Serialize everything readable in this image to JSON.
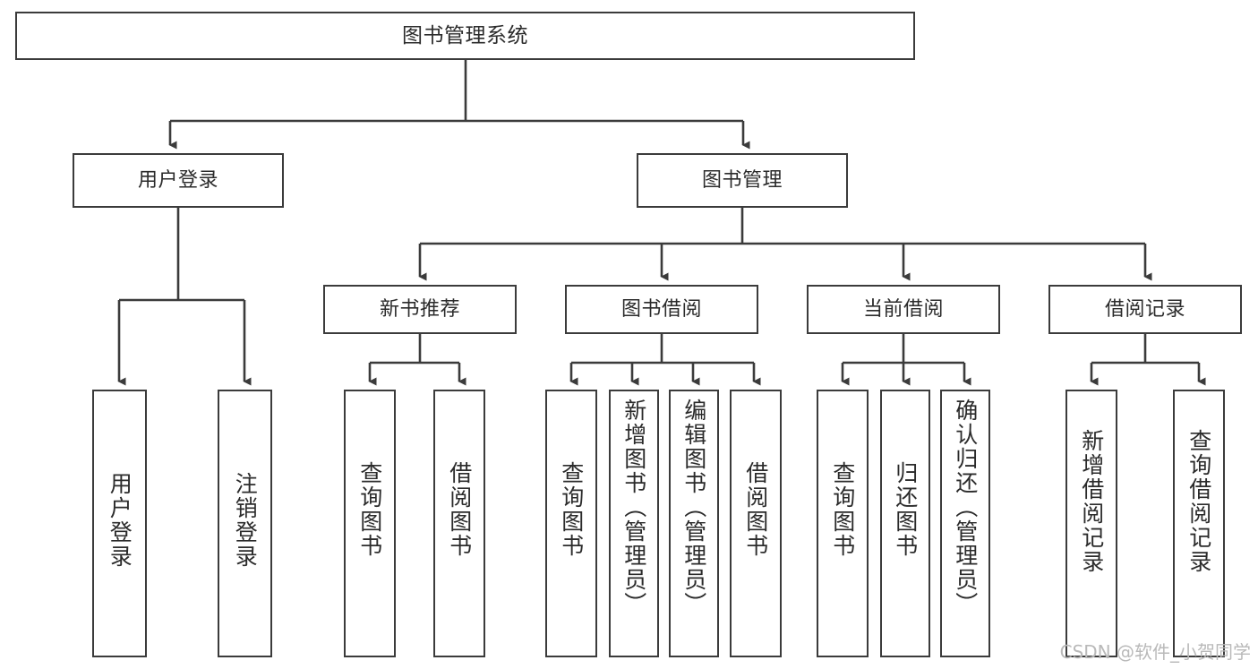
{
  "diagram": {
    "title_node": {
      "label": "图书管理系统"
    },
    "level2": [
      {
        "id": "user-login",
        "label": "用户登录"
      },
      {
        "id": "book-management",
        "label": "图书管理"
      }
    ],
    "level3": [
      {
        "id": "new-book-recommend",
        "label": "新书推荐"
      },
      {
        "id": "book-borrow",
        "label": "图书借阅"
      },
      {
        "id": "current-borrow",
        "label": "当前借阅"
      },
      {
        "id": "borrow-record",
        "label": "借阅记录"
      }
    ],
    "leaves": [
      {
        "id": "leaf-user-login",
        "label": "用户登录",
        "group": "user-login"
      },
      {
        "id": "leaf-logout-login",
        "label": "注销登录",
        "group": "user-login"
      },
      {
        "id": "leaf-query-book-1",
        "label": "查询图书",
        "group": "new-book-recommend"
      },
      {
        "id": "leaf-borrow-book-1",
        "label": "借阅图书",
        "group": "new-book-recommend"
      },
      {
        "id": "leaf-query-book-2",
        "label": "查询图书",
        "group": "book-borrow"
      },
      {
        "id": "leaf-add-book-admin",
        "label": "新增图书（管理员）",
        "group": "book-borrow"
      },
      {
        "id": "leaf-edit-book-admin",
        "label": "编辑图书（管理员）",
        "group": "book-borrow"
      },
      {
        "id": "leaf-borrow-book-2",
        "label": "借阅图书",
        "group": "book-borrow"
      },
      {
        "id": "leaf-query-book-3",
        "label": "查询图书",
        "group": "current-borrow"
      },
      {
        "id": "leaf-return-book",
        "label": "归还图书",
        "group": "current-borrow"
      },
      {
        "id": "leaf-confirm-return-admin",
        "label": "确认归还（管理员）",
        "group": "current-borrow"
      },
      {
        "id": "leaf-add-borrow-record",
        "label": "新增借阅记录",
        "group": "borrow-record"
      },
      {
        "id": "leaf-query-borrow-record",
        "label": "查询借阅记录",
        "group": "borrow-record"
      }
    ],
    "colors": {
      "border": "#3b3b3b",
      "background": "#ffffff",
      "text": "#2b2b2b",
      "edge": "#3b3b3b",
      "watermark": "#b9b9b9"
    }
  },
  "watermark": {
    "text": "CSDN @软件_小贺同学"
  }
}
